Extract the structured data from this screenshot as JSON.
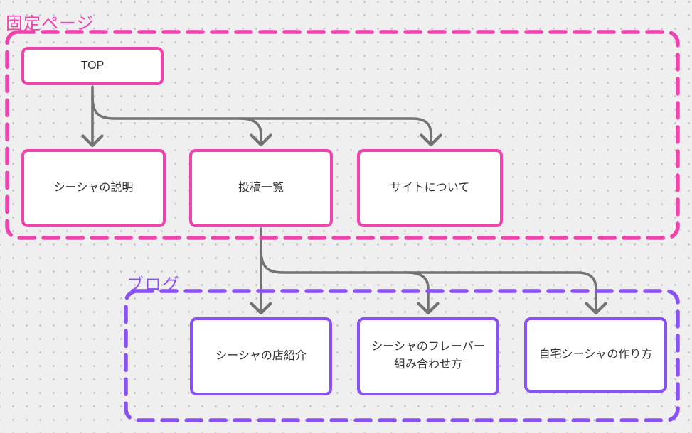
{
  "canvas": {
    "background_color": "#EFEFEF",
    "dot_grid_color": "#C7C7C7"
  },
  "sections": [
    {
      "label": "固定ページ",
      "color": "#F143AE",
      "nodes": [
        {
          "label": "TOP"
        },
        {
          "label": "シーシャの説明"
        },
        {
          "label": "投稿一覧"
        },
        {
          "label": "サイトについて"
        }
      ]
    },
    {
      "label": "ブログ",
      "color": "#8A52F4",
      "nodes": [
        {
          "label": "シーシャの店紹介"
        },
        {
          "label": "シーシャのフレーバー組み合わせ方"
        },
        {
          "label": "自宅シーシャの作り方"
        }
      ]
    }
  ],
  "connectors": {
    "color": "#737373",
    "edges": [
      {
        "from": "TOP",
        "to": "シーシャの説明"
      },
      {
        "from": "TOP",
        "to": "投稿一覧"
      },
      {
        "from": "TOP",
        "to": "サイトについて"
      },
      {
        "from": "投稿一覧",
        "to": "シーシャの店紹介"
      },
      {
        "from": "投稿一覧",
        "to": "シーシャのフレーバー組み合わせ方"
      },
      {
        "from": "投稿一覧",
        "to": "自宅シーシャの作り方"
      }
    ]
  }
}
